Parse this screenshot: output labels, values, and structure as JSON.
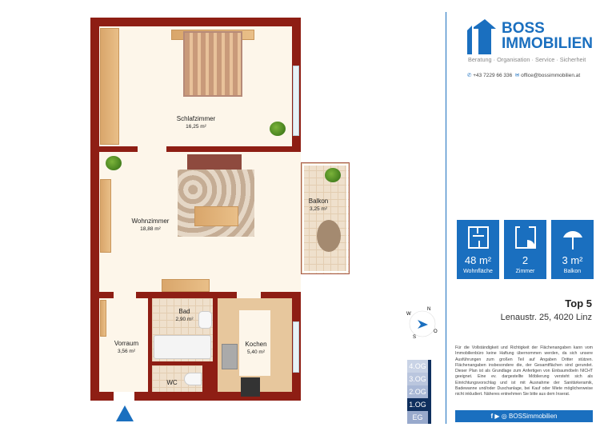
{
  "rooms": [
    {
      "name": "Schlafzimmer",
      "area": "16,25 m²"
    },
    {
      "name": "Wohnzimmer",
      "area": "18,88 m²"
    },
    {
      "name": "Balkon",
      "area": "3,25 m²"
    },
    {
      "name": "Bad",
      "area": "2,90 m²"
    },
    {
      "name": "Vorraum",
      "area": "3,56 m²"
    },
    {
      "name": "Kochen",
      "area": "5,40 m²"
    },
    {
      "name": "WC",
      "area": ""
    }
  ],
  "compass": {
    "n": "N",
    "s": "S",
    "w": "W",
    "e": "O"
  },
  "brand": {
    "line1": "BOSS",
    "line2": "IMMOBILIEN",
    "tagline": "Beratung · Organisation · Service · Sicherheit",
    "phone": "+43 7229 66 336",
    "email": "office@bossimmobilien.at",
    "color": "#1a6fbf"
  },
  "features": [
    {
      "value": "48 m²",
      "label": "Wohnfläche",
      "icon": "floorplan-icon"
    },
    {
      "value": "2",
      "label": "Zimmer",
      "icon": "room-icon"
    },
    {
      "value": "3 m²",
      "label": "Balkon",
      "icon": "umbrella-icon"
    }
  ],
  "unit": {
    "title": "Top 5",
    "address": "Lenaustr. 25, 4020 Linz"
  },
  "floors": [
    {
      "label": "4.OG",
      "active": false
    },
    {
      "label": "3.OG",
      "active": false
    },
    {
      "label": "2.OG",
      "active": false
    },
    {
      "label": "1.OG",
      "active": true
    },
    {
      "label": "EG",
      "active": false
    }
  ],
  "disclaimer": "Für die Vollständigkeit und Richtigkeit der Flächenangaben kann vom Immobilienbüro keine Haftung übernommen werden, da sich unsere Ausführungen zum großen Teil auf Angaben Dritter stützen. Flächenangaben insbesondere die, der Gesamtflächen sind gerundet. Dieser Plan ist als Grundlage zum Anfertigen von Einbaumöbeln NICHT geeignet. Eine ev. dargestellte Möblierung versteht sich als Einrichtungsvorschlag und ist mit Ausnahme der Sanitärkeramik, Badewanne und/oder Duschanlage, bei Kauf oder Miete möglicherweise nicht inkludiert. Näheres entnehmen Sie bitte aus dem Inserat.",
  "social": {
    "handle": "BOSSimmobilien"
  }
}
